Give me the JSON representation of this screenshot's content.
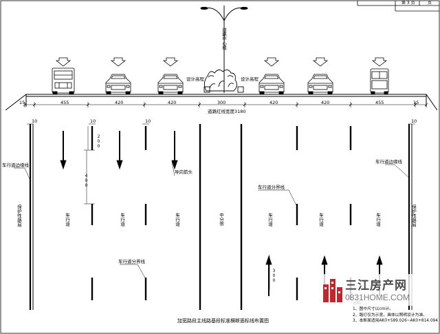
{
  "title_block": {
    "page": "第 3 页",
    "extra": "页"
  },
  "section": {
    "centerline_label": "道路中心线",
    "design_elevation": "设计高程",
    "widths": [
      "15",
      "455",
      "420",
      "420",
      "300",
      "420",
      "420",
      "455",
      "15"
    ],
    "total_label": "道路红线宽度3180"
  },
  "plan": {
    "edge_line_left": "车行道边缘线",
    "edge_line_right": "车行道边缘线",
    "lane_divider_right": "车行道分界线",
    "lane_divider_left": "车行道分界线",
    "guide_arrow": "导向箭头",
    "protect_strip": "保护性路肩",
    "lane_label": "车行道",
    "median_label": "中分带",
    "dims": {
      "w10a": "10",
      "w10b": "10",
      "w10c": "10",
      "w10d": "10",
      "l200": "200",
      "l400": "400",
      "l300": "300"
    }
  },
  "caption": "加宽路段主线路基段标准横断面标线布置图",
  "notes": {
    "head": "说明：",
    "n1": "1、图中尺寸以cm计。",
    "n2": "2、路灯仅为示意，具体以照明设计为准。",
    "n3": "3、本断面适用AK0+589.026~AK0+814.094"
  },
  "watermark": {
    "brand": "三江房产网",
    "url": "0831HOME.COM"
  },
  "colors": {
    "line": "#000000",
    "wm_red": "#c0282d",
    "wm_gray": "#7a7a7a"
  }
}
